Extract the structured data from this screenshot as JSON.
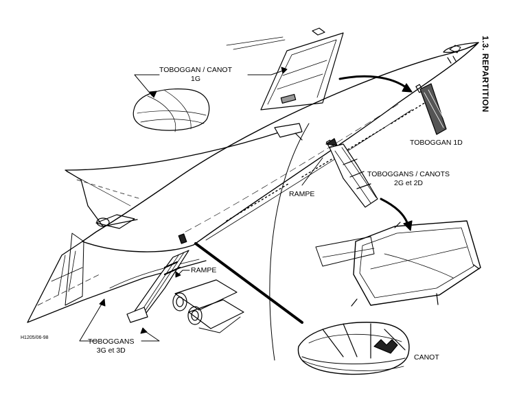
{
  "side_title": "1.3.  REPARTITION",
  "labels": {
    "toboggan_canot_1g": {
      "line1": "TOBOGGAN / CANOT",
      "line2": "1G"
    },
    "toboggan_1d": "TOBOGGAN 1D",
    "toboggans_canots_2g2d": {
      "line1": "TOBOGGANS / CANOTS",
      "line2": "2G et 2D"
    },
    "rampe_upper": "RAMPE",
    "rampe_lower": "RAMPE",
    "toboggans_3g3d": {
      "line1": "TOBOGGANS",
      "line2": "3G et 3D"
    },
    "canot": "CANOT"
  },
  "reference": "H1205/06-98"
}
